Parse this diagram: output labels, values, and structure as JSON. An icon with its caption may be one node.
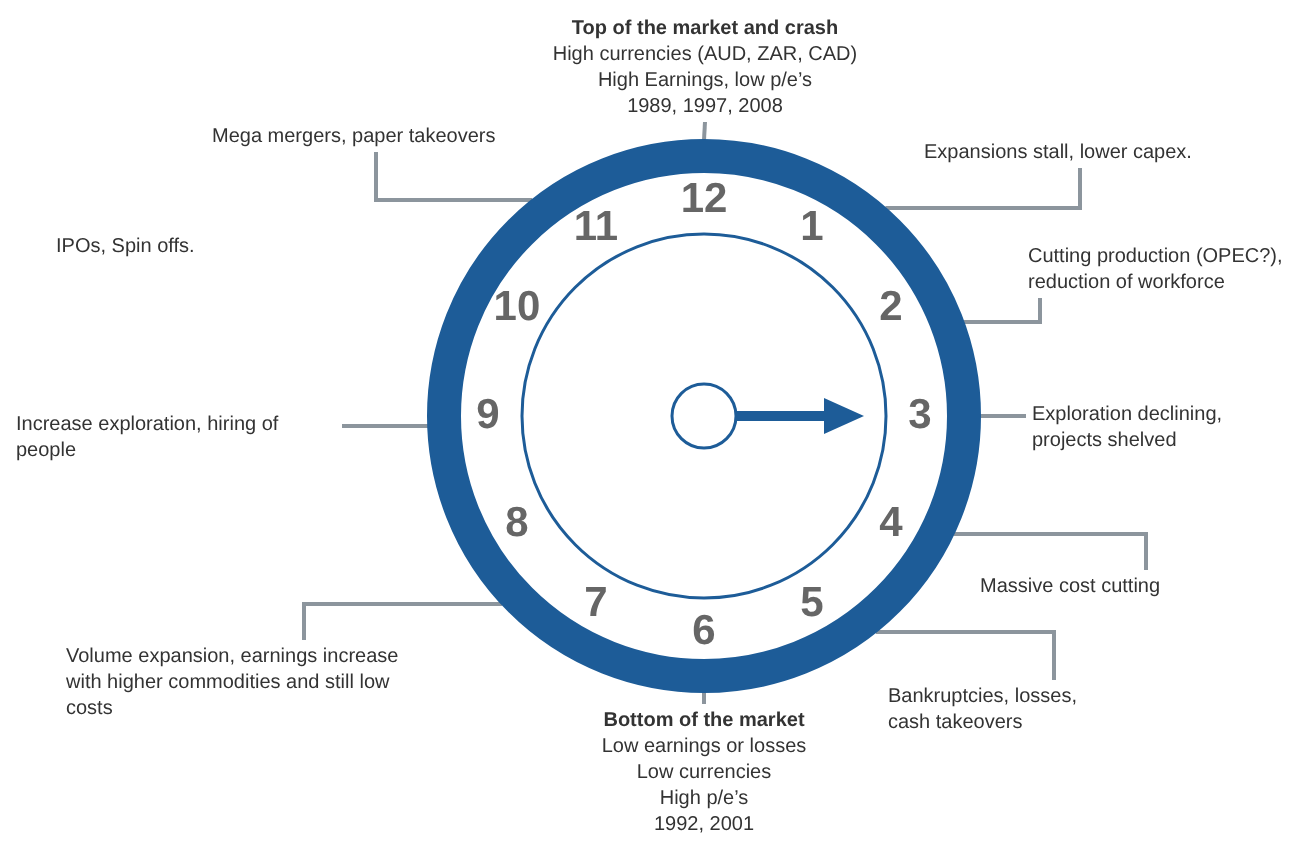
{
  "diagram": {
    "nodes": [
      {
        "text": [],
        "shape": "circle"
      },
      {
        "text": [
          "Top of the market and crash",
          "High currencies (AUD, ZAR, CAD)",
          "High Earnings, low p/e’s",
          "1989, 1997, 2008"
        ]
      },
      {
        "text": [
          "Expansions stall, lower capex."
        ]
      },
      {
        "text": [
          "Cutting production (OPEC?), reduction of workforce"
        ]
      },
      {
        "text": [
          "Exploration declining, projects shelved"
        ]
      },
      {
        "text": [
          "Massive cost cutting"
        ]
      },
      {
        "text": [
          "Bankruptcies, losses, cash takeovers"
        ]
      },
      {
        "text": [
          "Bottom of the market",
          "Low earnings or losses",
          "Low currencies",
          "High p/e’s",
          "1992, 2001"
        ]
      },
      {
        "text": [
          "Volume expansion, earnings increase with higher commodities and still low costs"
        ]
      },
      {
        "text": [
          "Increase exploration, hiring of people"
        ]
      },
      {
        "text": [
          "IPOs, Spin offs."
        ]
      },
      {
        "text": [
          "Mega mergers, paper takeovers"
        ]
      }
    ],
    "edges": [
      {
        "from": 1,
        "to": 0,
        "arrow": "none"
      },
      {
        "from": 2,
        "to": 0,
        "arrow": "none"
      },
      {
        "from": 3,
        "to": 0,
        "arrow": "none"
      },
      {
        "from": 4,
        "to": 0,
        "arrow": "none"
      },
      {
        "from": 5,
        "to": 0,
        "arrow": "none"
      },
      {
        "from": 6,
        "to": 0,
        "arrow": "none"
      },
      {
        "from": 7,
        "to": 0,
        "arrow": "none"
      },
      {
        "from": 8,
        "to": 0,
        "arrow": "none"
      },
      {
        "from": 9,
        "to": 0,
        "arrow": "none"
      },
      {
        "from": 11,
        "to": 0,
        "arrow": "none"
      }
    ],
    "labels": [
      "12",
      "1",
      "2",
      "3",
      "4",
      "5",
      "6",
      "7",
      "8",
      "9",
      "10",
      "11"
    ]
  }
}
